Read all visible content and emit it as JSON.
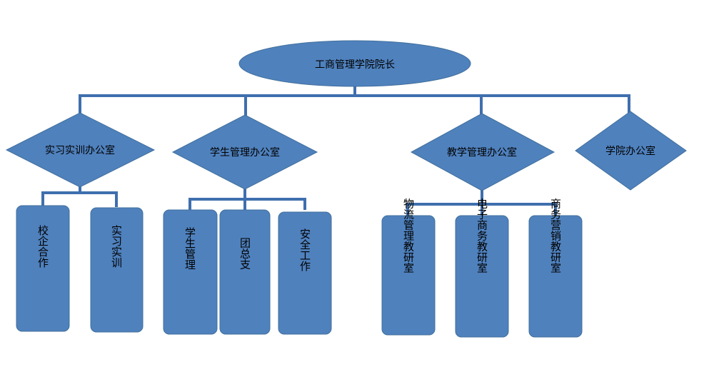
{
  "colors": {
    "node_fill": "#4f81bd",
    "node_stroke": "#41709c",
    "connector": "#3f6fae",
    "text": "#000000",
    "background": "#ffffff"
  },
  "root": {
    "label": "工商管理学院院长"
  },
  "offices": [
    {
      "id": "office-internship",
      "label": "实习实训办公室"
    },
    {
      "id": "office-student",
      "label": "学生管理办公室"
    },
    {
      "id": "office-teaching",
      "label": "教学管理办公室"
    },
    {
      "id": "office-college",
      "label": "学院办公室"
    }
  ],
  "units": [
    {
      "id": "unit-school-enterprise",
      "parent": "office-internship",
      "label": "校企合作"
    },
    {
      "id": "unit-practice",
      "parent": "office-internship",
      "label": "实习实训"
    },
    {
      "id": "unit-student-mgmt",
      "parent": "office-student",
      "label": "学生管理"
    },
    {
      "id": "unit-league",
      "parent": "office-student",
      "label": "团总支"
    },
    {
      "id": "unit-safety",
      "parent": "office-student",
      "label": "安全工作"
    },
    {
      "id": "unit-logistics",
      "parent": "office-teaching",
      "label": "物流管理教研室"
    },
    {
      "id": "unit-ecommerce",
      "parent": "office-teaching",
      "label": "电子商务教研室"
    },
    {
      "id": "unit-marketing",
      "parent": "office-teaching",
      "label": "商务营销教研室"
    }
  ]
}
